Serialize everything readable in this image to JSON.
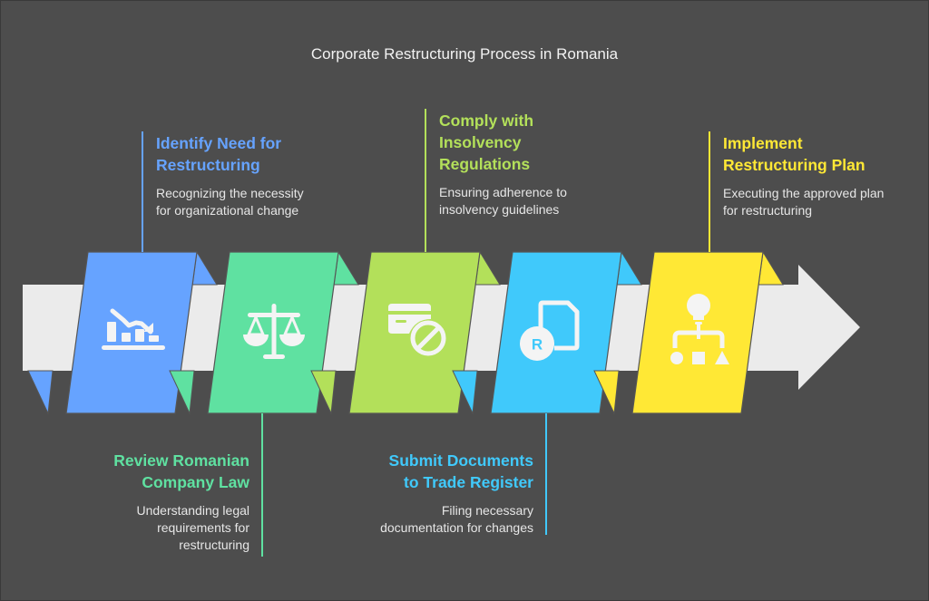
{
  "title": "Corporate Restructuring Process in Romania",
  "steps": [
    {
      "title": "Identify Need for Restructuring",
      "title_lines": [
        "Identify Need for",
        "Restructuring"
      ],
      "description_lines": [
        "Recognizing the necessity",
        "for organizational change"
      ],
      "color": "#66a3ff",
      "icon": "declining-chart-icon",
      "position": "top"
    },
    {
      "title": "Review Romanian Company Law",
      "title_lines": [
        "Review Romanian",
        "Company Law"
      ],
      "description_lines": [
        "Understanding legal",
        "requirements for",
        "restructuring"
      ],
      "color": "#5fe1a1",
      "icon": "scales-icon",
      "position": "bottom"
    },
    {
      "title": "Comply with Insolvency Regulations",
      "title_lines": [
        "Comply with",
        "Insolvency",
        "Regulations"
      ],
      "description_lines": [
        "Ensuring adherence to",
        "insolvency guidelines"
      ],
      "color": "#b3e05a",
      "icon": "card-blocked-icon",
      "position": "top"
    },
    {
      "title": "Submit Documents to Trade Register",
      "title_lines": [
        "Submit Documents",
        "to Trade Register"
      ],
      "description_lines": [
        "Filing necessary",
        "documentation for changes"
      ],
      "color": "#40c9fb",
      "icon": "registered-document-icon",
      "position": "bottom"
    },
    {
      "title": "Implement Restructuring Plan",
      "title_lines": [
        "Implement",
        "Restructuring Plan"
      ],
      "description_lines": [
        "Executing the approved plan",
        "for restructuring"
      ],
      "color": "#ffe835",
      "icon": "idea-hierarchy-icon",
      "position": "top"
    }
  ],
  "colors": {
    "background": "#4d4d4d",
    "band": "#ebebeb",
    "title": "#f2f2f2",
    "icon": "#f4f4f4"
  }
}
